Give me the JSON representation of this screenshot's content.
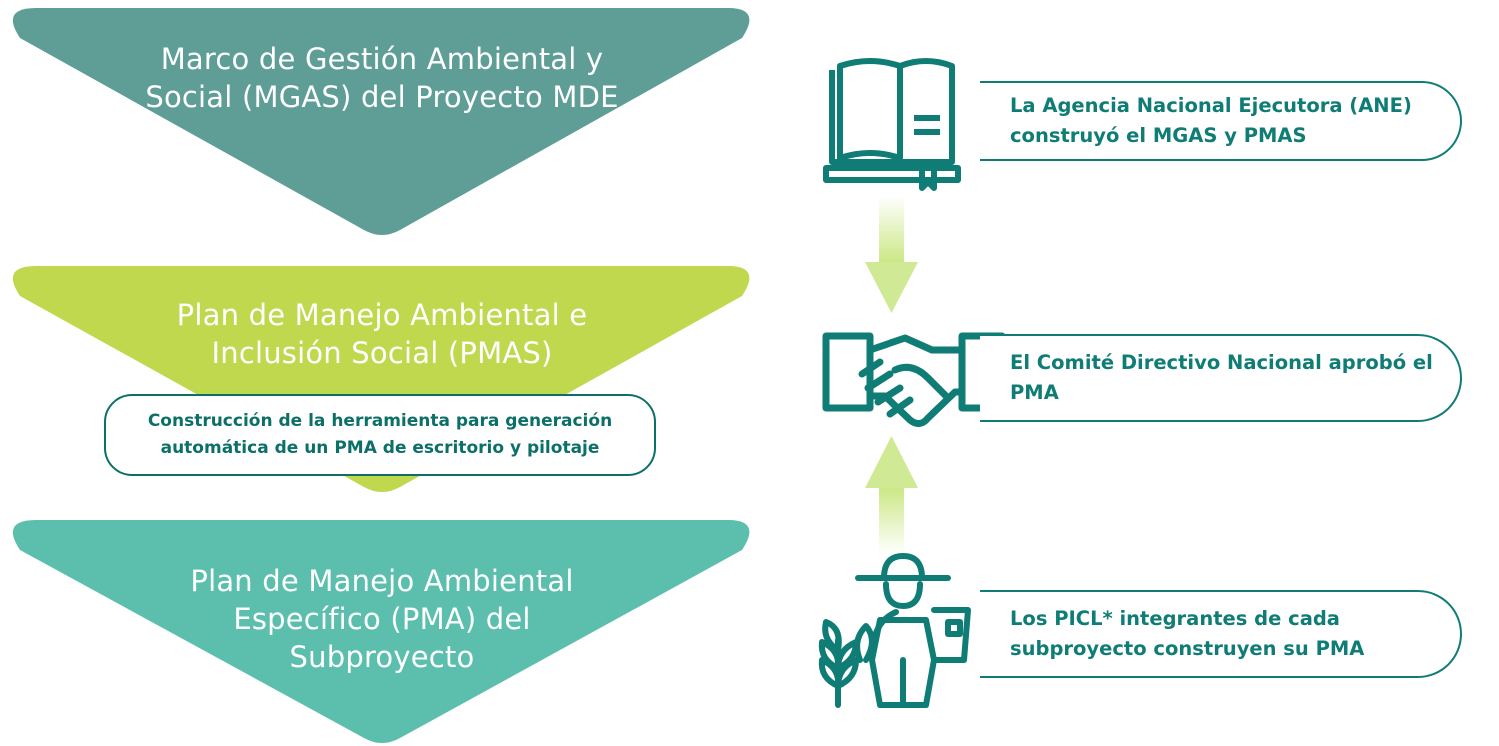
{
  "stages": [
    {
      "title": "Marco de Gestión Ambiental y Social (MGAS) del Proyecto MDE",
      "color": "#5e9e96"
    },
    {
      "title": "Plan de Manejo Ambiental e Inclusión Social (PMAS)",
      "color": "#bfd84e",
      "note": "Construcción de la herramienta para generación automática de un PMA de escritorio y pilotaje"
    },
    {
      "title": "Plan de Manejo Ambiental Específico (PMA) del Subproyecto",
      "color": "#5cbfad"
    }
  ],
  "actors": [
    {
      "icon": "book-icon",
      "text": "La Agencia Nacional Ejecutora (ANE) construyó el MGAS y PMAS"
    },
    {
      "icon": "handshake-icon",
      "text": "El Comité Directivo Nacional aprobó el PMA"
    },
    {
      "icon": "farmer-icon",
      "text": "Los PICL* integrantes de cada subproyecto construyen su PMA"
    }
  ],
  "colors": {
    "dark_teal": "#0f7d75",
    "arrow_green": "#d5ec9c"
  }
}
